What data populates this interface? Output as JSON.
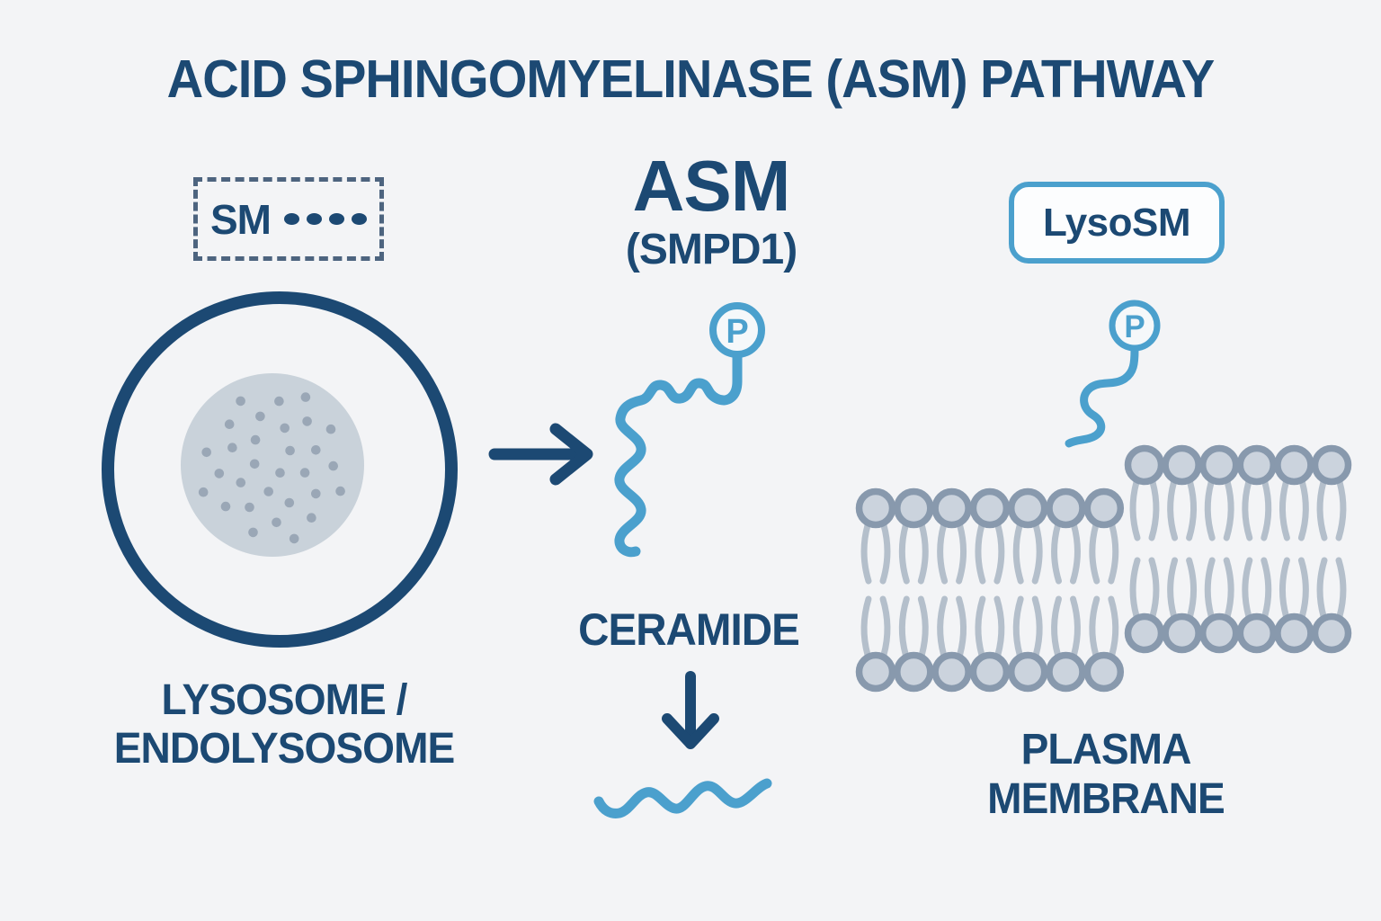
{
  "title": "ACID SPHINGOMYELINASE (ASM) PATHWAY",
  "colors": {
    "background": "#f3f4f6",
    "navy": "#1C4973",
    "blue": "#4BA0CD",
    "dashed_border": "#4d647f",
    "box_fill": "#FCFDFE",
    "phosphate_fill": "#F5F8FA",
    "membrane_head_ring": "#8899AD",
    "membrane_head_fill": "#CBD3DD",
    "membrane_tail": "#B4BFCB",
    "lysosome_lumen_fill": "#C9D2DA",
    "lysosome_granule": "#9AA7B6"
  },
  "sm_box": {
    "label": "SM",
    "dot_count": 4
  },
  "asm": {
    "name": "ASM",
    "gene": "(SMPD1)"
  },
  "substrate": {
    "phosphate_label": "P"
  },
  "lyso_sm": {
    "label": "LysoSM",
    "phosphate_label": "P"
  },
  "product": {
    "label": "CERAMIDE"
  },
  "lysosome": {
    "label_line1": "LYSOSOME /",
    "label_line2": "ENDOLYSOSOME",
    "granule_count": 30
  },
  "plasma_membrane": {
    "label_line1": "PLASMA",
    "label_line2": "MEMBRANE",
    "left_patch_lipids": 7,
    "right_patch_lipids": 6
  }
}
